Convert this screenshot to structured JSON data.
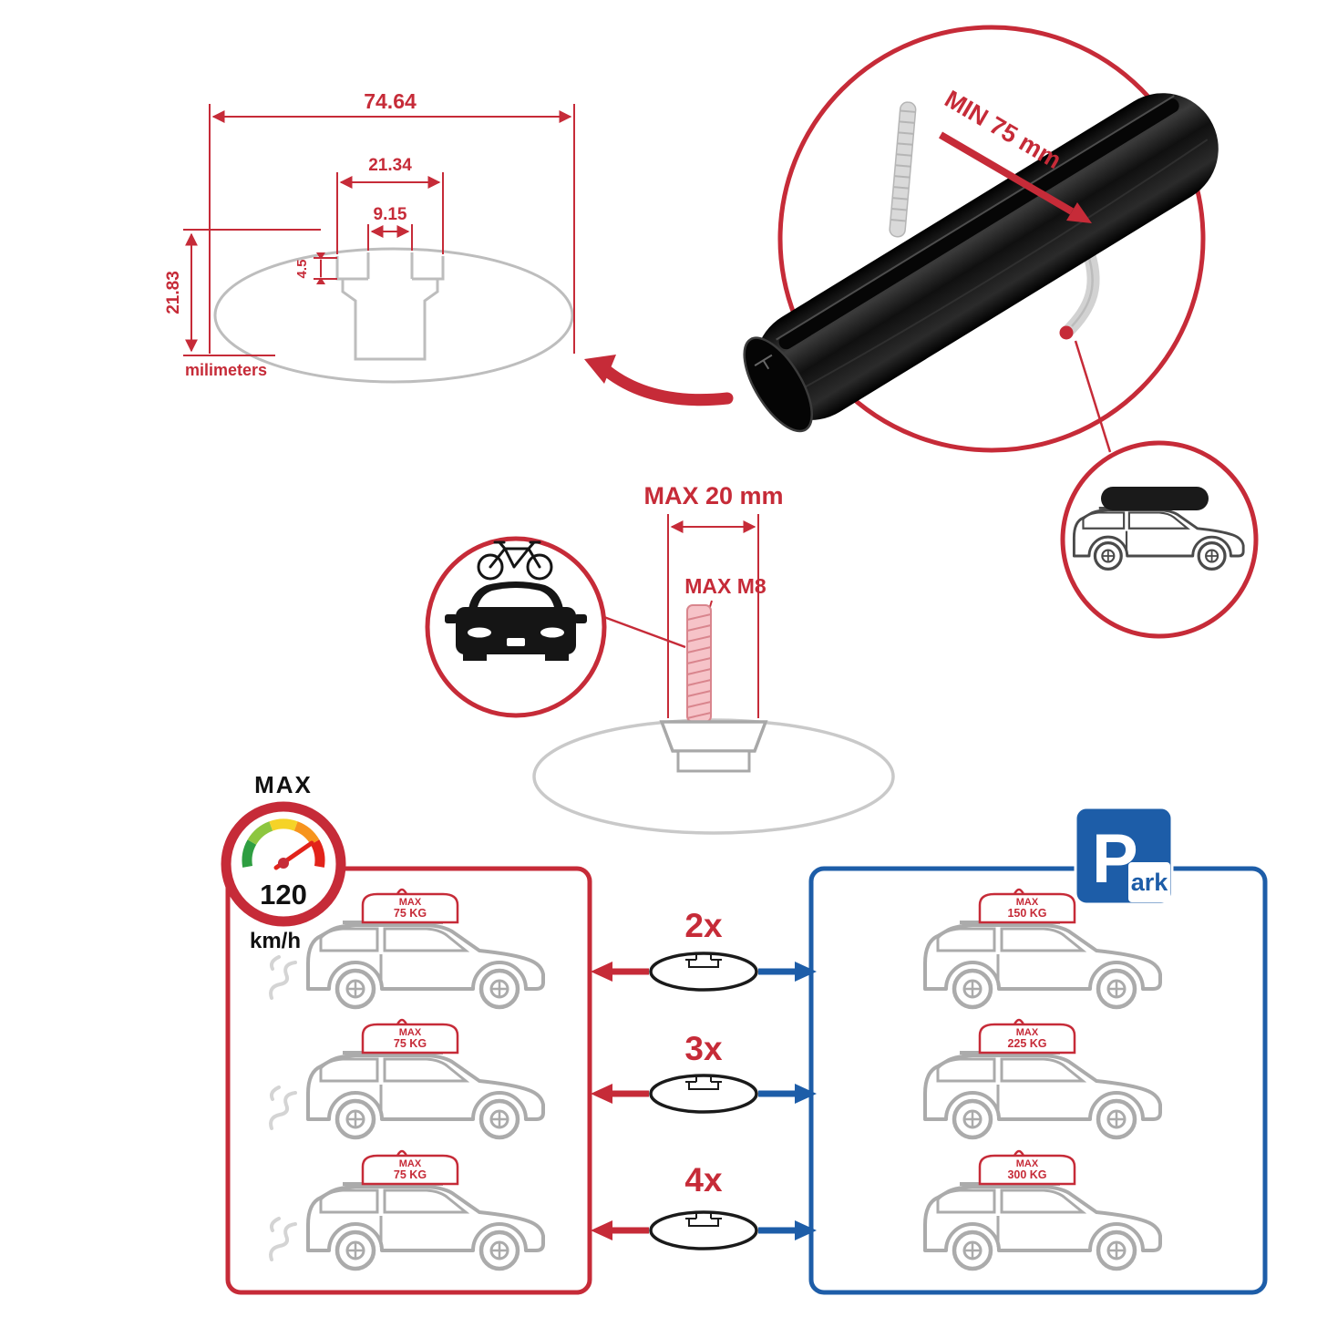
{
  "colors": {
    "accent_red": "#c62b38",
    "accent_blue": "#1d5da8",
    "profile_gray": "#bdbdbd",
    "bar_black": "#0c0c0c",
    "gauge_green": "#2e9e41",
    "gauge_lightgreen": "#8dc63f",
    "gauge_yellow": "#f5d327",
    "gauge_orange": "#f7941d",
    "gauge_red": "#e2231a"
  },
  "profile_dimensions": {
    "total_width": "74.64",
    "channel_width": "21.34",
    "slot_width": "9.15",
    "slot_depth": "4.5",
    "total_height": "21.83",
    "unit_label": "milimeters"
  },
  "bar_detail": {
    "hook_clearance": "MIN 75 mm"
  },
  "bolt_detail": {
    "max_protrusion": "MAX 20 mm",
    "max_thread": "MAX M8"
  },
  "speed_limit": {
    "label": "MAX",
    "value": "120",
    "unit": "km/h"
  },
  "parking_sign": {
    "letter": "P",
    "suffix": "ark"
  },
  "driving_panel": {
    "cars": [
      {
        "load_label": "MAX",
        "load_value": "75 KG"
      },
      {
        "load_label": "MAX",
        "load_value": "75 KG"
      },
      {
        "load_label": "MAX",
        "load_value": "75 KG"
      }
    ]
  },
  "parking_panel": {
    "cars": [
      {
        "load_label": "MAX",
        "load_value": "150 KG"
      },
      {
        "load_label": "MAX",
        "load_value": "225 KG"
      },
      {
        "load_label": "MAX",
        "load_value": "300 KG"
      }
    ]
  },
  "bar_quantities": [
    {
      "label": "2x"
    },
    {
      "label": "3x"
    },
    {
      "label": "4x"
    }
  ]
}
